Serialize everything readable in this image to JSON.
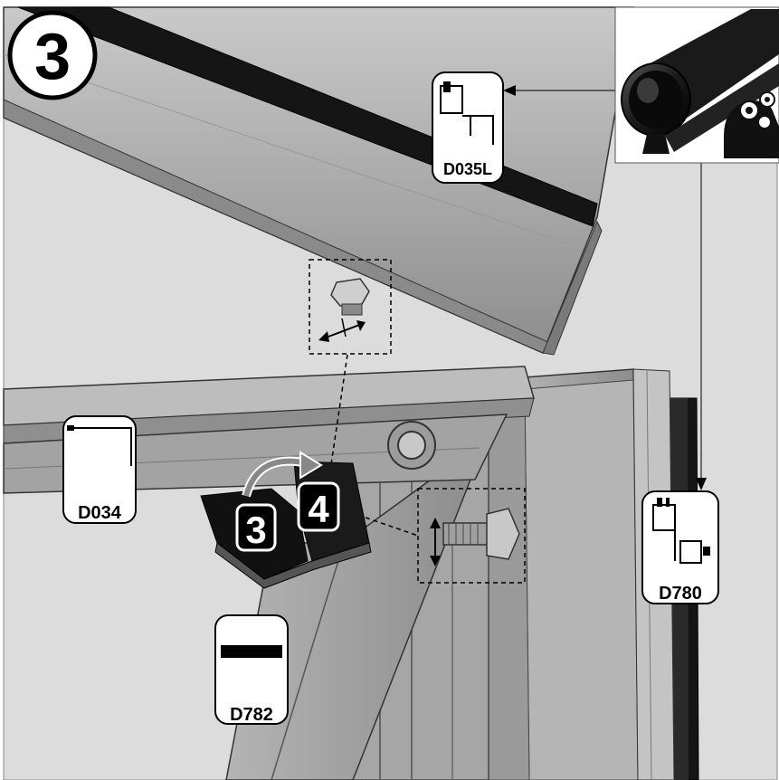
{
  "step": {
    "number": "3"
  },
  "parts": {
    "top_beam_profile": {
      "code": "D035L"
    },
    "gutter_profile": {
      "code": "D034"
    },
    "post_profile": {
      "code": "D780"
    },
    "brace_profile": {
      "code": "D782"
    }
  },
  "manual_reference": {
    "from_step": "3",
    "to_step": "4"
  },
  "colors": {
    "metal": "#a9a9a9",
    "metal_dark": "#6e6e6e",
    "metal_light": "#d2d2d2",
    "rubber": "#111111",
    "outline": "#000000",
    "background": "#ffffff"
  },
  "icons": [
    "step-badge-icon",
    "gasket-seal-icon",
    "thinking-head-gears-icon",
    "manual-book-icon",
    "adjust-arrow-icon"
  ]
}
